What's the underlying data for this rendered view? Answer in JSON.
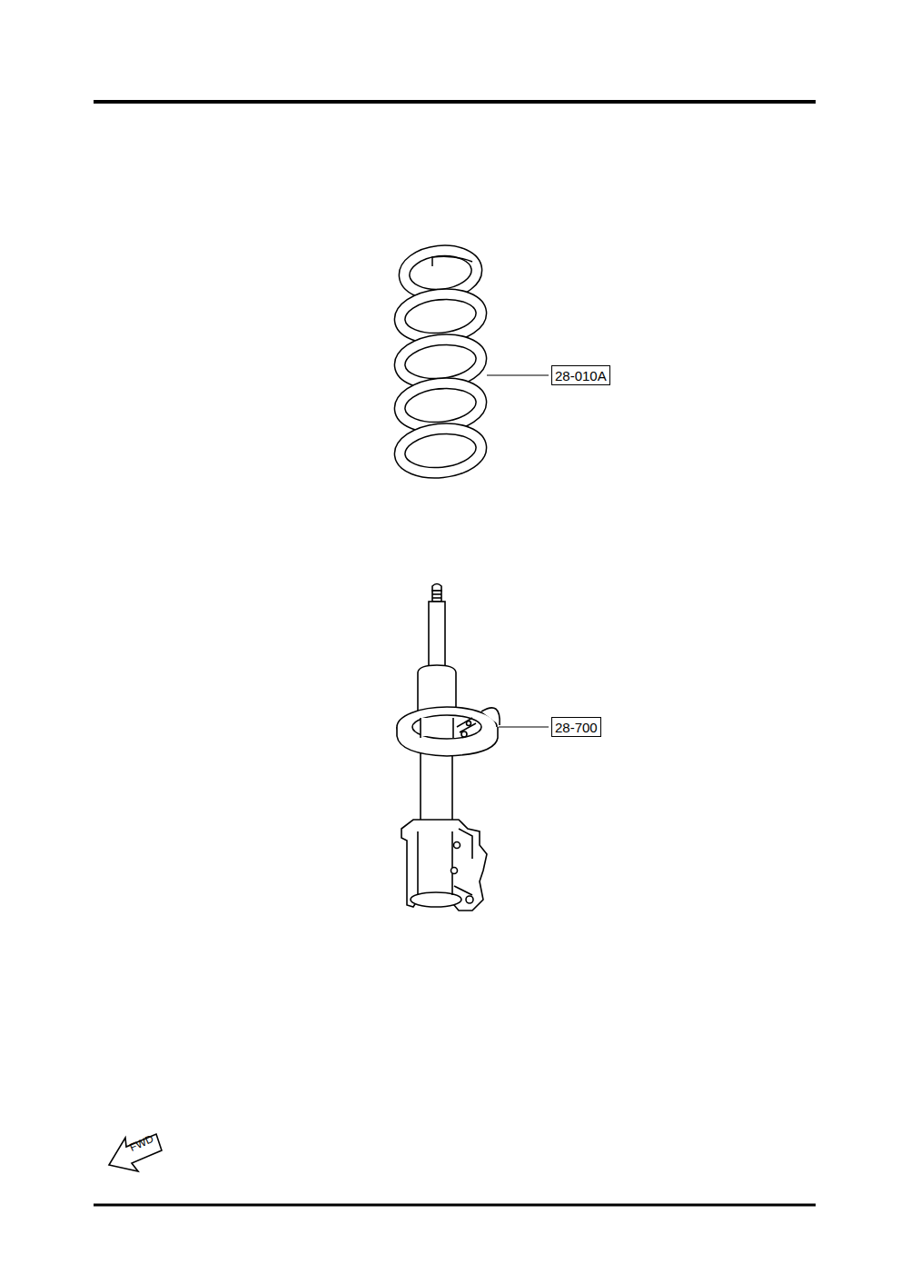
{
  "diagram": {
    "labels": [
      "28-010A",
      "28-700",
      "FWD"
    ]
  }
}
